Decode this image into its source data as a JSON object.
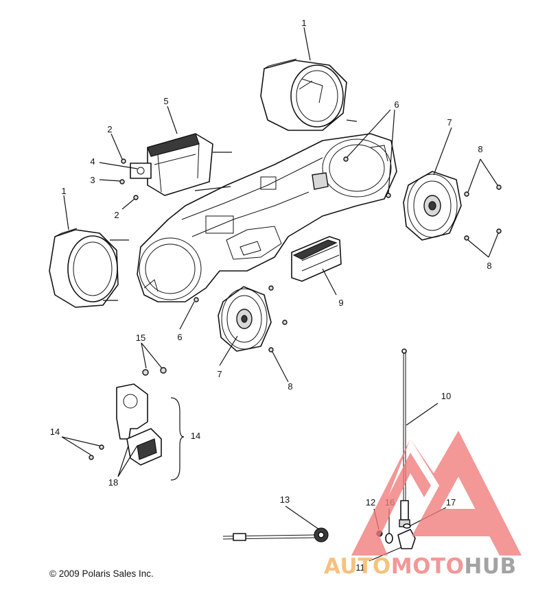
{
  "callouts": [
    "1",
    "1",
    "2",
    "2",
    "3",
    "4",
    "5",
    "6",
    "6",
    "7",
    "7",
    "8",
    "8",
    "8",
    "9",
    "10",
    "11",
    "12",
    "13",
    "14",
    "14",
    "15",
    "16",
    "17",
    "18"
  ],
  "copyright": "© 2009 Polaris Sales Inc.",
  "watermark": {
    "text_part1": "AUTO",
    "text_part2": "MOTO",
    "text_part3": "HUB",
    "color_accent": "#f07a7a",
    "color_orange": "#f3b25a",
    "color_gray": "#8a8a8a"
  }
}
